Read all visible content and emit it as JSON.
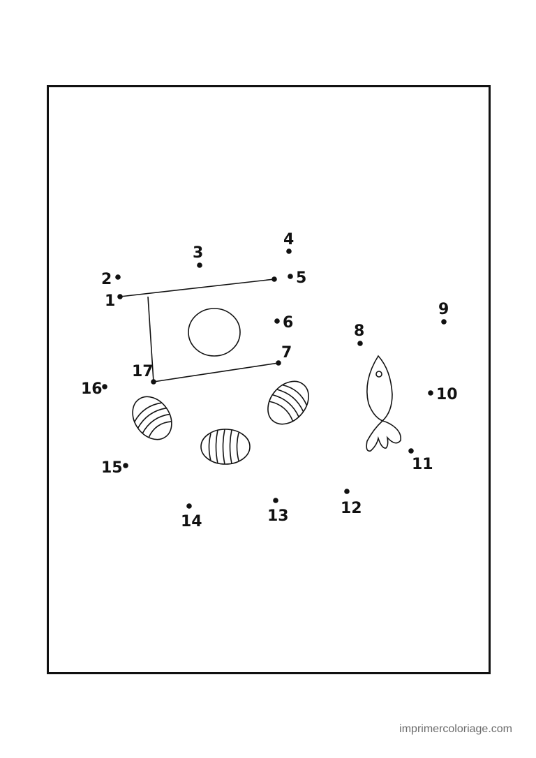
{
  "labels": {
    "d1": "1",
    "d2": "2",
    "d3": "3",
    "d4": "4",
    "d5": "5",
    "d6": "6",
    "d7": "7",
    "d8": "8",
    "d9": "9",
    "d10": "10",
    "d11": "11",
    "d12": "12",
    "d13": "13",
    "d14": "14",
    "d15": "15",
    "d16": "16",
    "d17": "17"
  },
  "footer": {
    "site": "imprimercoloriage.com"
  },
  "colors": {
    "ink": "#111111",
    "footer_text": "#6b6b6b",
    "background": "#ffffff"
  }
}
